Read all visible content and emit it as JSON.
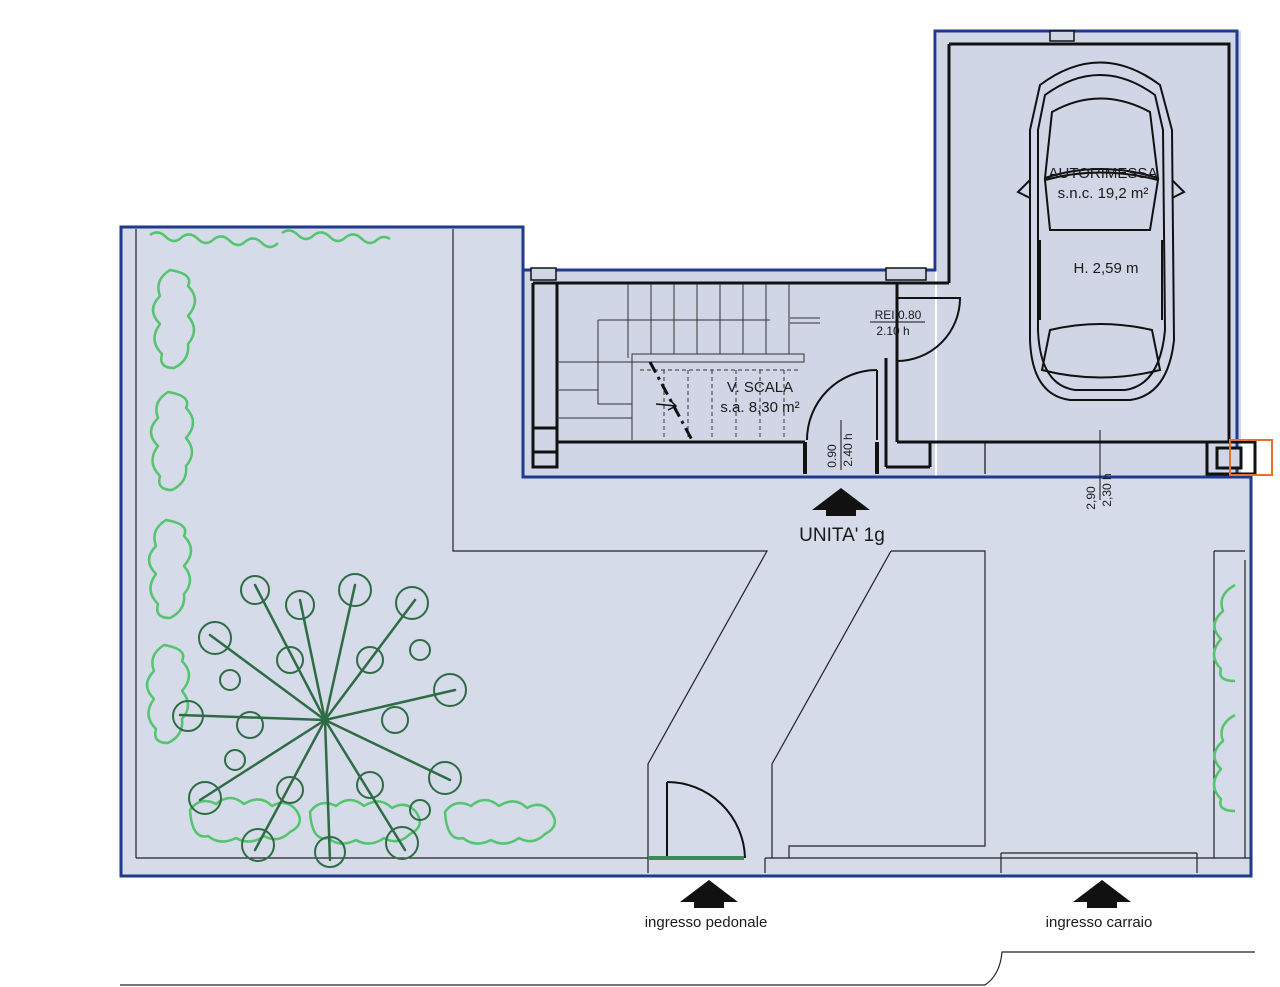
{
  "rooms": {
    "garage": {
      "name": "AUTORIMESSA",
      "area": "s.n.c. 19,2 m²",
      "height": "H. 2,59 m"
    },
    "stair": {
      "name": "V. SCALA",
      "area": "s.a. 8,30 m²"
    }
  },
  "doors": {
    "fire_door": {
      "rating": "REI 0.80",
      "height": "2.10 h"
    },
    "unit_door": {
      "width": "0.90",
      "height": "2.40 h"
    },
    "garage_opening": {
      "width": "2,90",
      "height": "2,30 h"
    }
  },
  "unit_label": "UNITA' 1g",
  "entrances": {
    "pedestrian": "ingresso pedonale",
    "vehicular": "ingresso carraio"
  },
  "colors": {
    "floor_fill": "#d5dbe8",
    "boundary": "#1f3a8c",
    "wall": "#111111",
    "tree": "#2f6b45",
    "hedge": "#55c46e"
  }
}
